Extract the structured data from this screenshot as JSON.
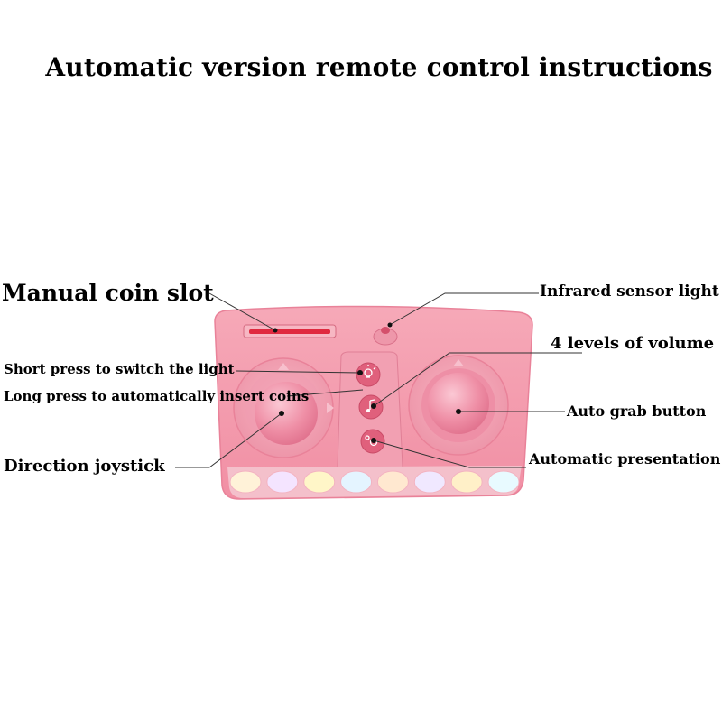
{
  "title": "Automatic version remote control instructions",
  "labels": {
    "manual_coin_slot": "Manual coin slot",
    "infrared_sensor_light": "Infrared sensor light",
    "volume_levels": "4 levels of volume",
    "short_press": "Short press to switch the light",
    "long_press": "Long press to automatically insert coins",
    "auto_grab_button": "Auto grab button",
    "direction_joystick": "Direction joystick",
    "automatic_presentation": "Automatic presentation"
  },
  "icons": {
    "light_button": "lightbulb-icon",
    "volume_button": "music-note-icon",
    "presentation_button": "gear-icon"
  },
  "colors": {
    "body": "#f5a0b0",
    "body_dark": "#e8889c",
    "button": "#e0607c",
    "slot": "#e02a40",
    "leds": [
      "#fff2d8",
      "#f4e4ff",
      "#fff6c8",
      "#e4f4ff",
      "#ffe8d0",
      "#f0e8ff",
      "#fff0c8",
      "#e8faff"
    ]
  }
}
